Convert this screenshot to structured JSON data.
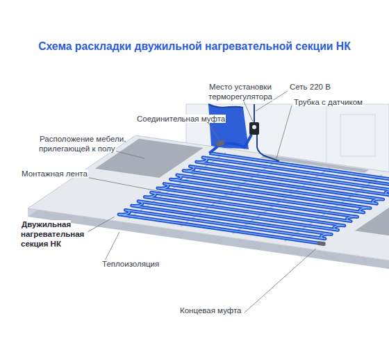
{
  "diagram": {
    "title": "Схема раскладки двужильной нагревательной секции НК",
    "labels": [
      "Место установки терморегулятора",
      "Сеть 220 В",
      "Трубка с датчиком",
      "Соединительная муфта",
      "Расположение мебели, прилегающей к полу",
      "Монтажная лента",
      "Двужильная нагревательная секция НК",
      "Теплоизоляция",
      "Концевая муфта"
    ]
  }
}
